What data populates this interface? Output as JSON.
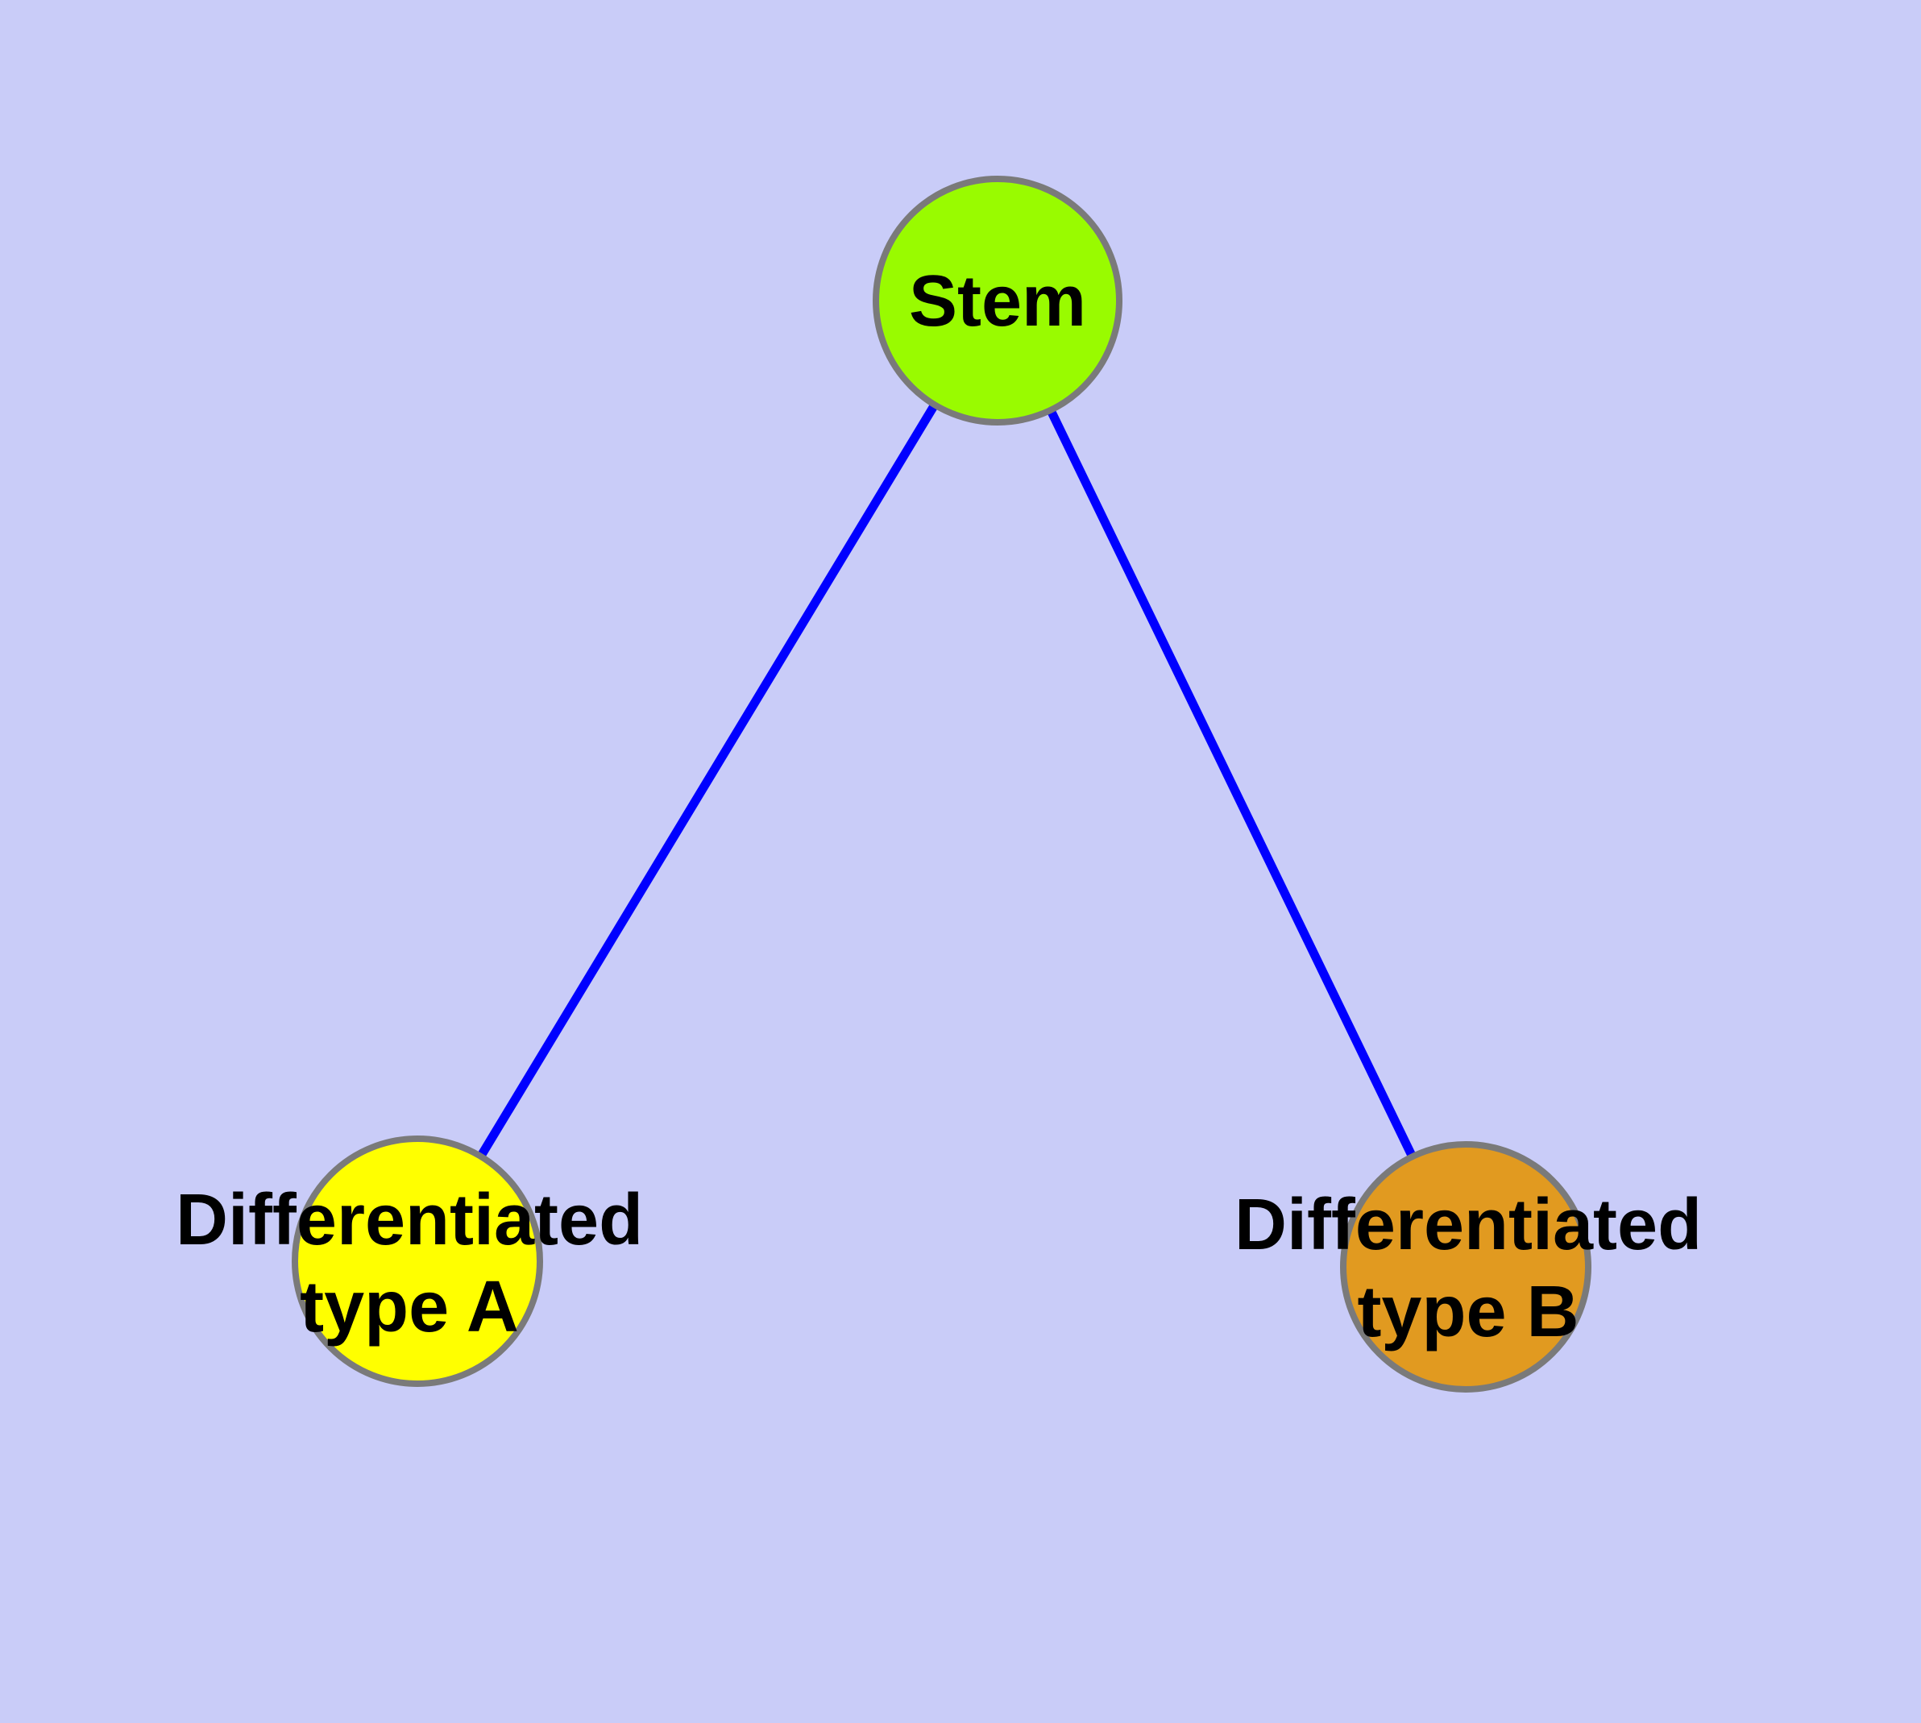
{
  "diagram": {
    "type": "graph",
    "background_color": "#C9CCF8",
    "edge_color": "#0000FF",
    "node_border_color": "#7A7A7A",
    "label_color": "#000000",
    "nodes": [
      {
        "id": "stem",
        "label": "Stem",
        "color": "#99FB00"
      },
      {
        "id": "type_a",
        "label": "Differentiated\ntype A",
        "color": "#FFFF00"
      },
      {
        "id": "type_b",
        "label": "Differentiated\ntype B",
        "color": "#E19A20"
      }
    ],
    "edges": [
      {
        "from": "Stem",
        "to": "Differentiated type A"
      },
      {
        "from": "Stem",
        "to": "Differentiated type B"
      }
    ]
  }
}
